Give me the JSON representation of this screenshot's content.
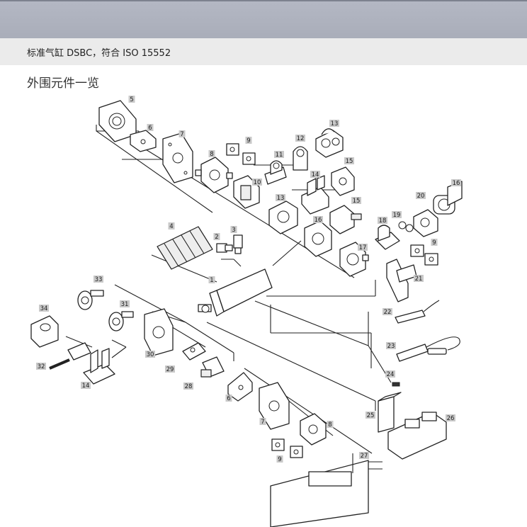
{
  "header": {
    "subtitle": "标准气缸 DSBC，符合 ISO 15552",
    "section_title": "外围元件一览"
  },
  "diagram": {
    "parts": [
      {
        "id": "p1",
        "label": "1"
      },
      {
        "id": "p2",
        "label": "2"
      },
      {
        "id": "p3",
        "label": "3"
      },
      {
        "id": "p4",
        "label": "4"
      },
      {
        "id": "p5",
        "label": "5"
      },
      {
        "id": "p6a",
        "label": "6"
      },
      {
        "id": "p6b",
        "label": "6"
      },
      {
        "id": "p7a",
        "label": "7"
      },
      {
        "id": "p7b",
        "label": "7"
      },
      {
        "id": "p8a",
        "label": "8"
      },
      {
        "id": "p8b",
        "label": "8"
      },
      {
        "id": "p9a",
        "label": "9"
      },
      {
        "id": "p9b",
        "label": "9"
      },
      {
        "id": "p9c",
        "label": "9"
      },
      {
        "id": "p10",
        "label": "10"
      },
      {
        "id": "p11",
        "label": "11"
      },
      {
        "id": "p12",
        "label": "12"
      },
      {
        "id": "p13a",
        "label": "13"
      },
      {
        "id": "p13b",
        "label": "13"
      },
      {
        "id": "p14a",
        "label": "14"
      },
      {
        "id": "p14b",
        "label": "14"
      },
      {
        "id": "p15a",
        "label": "15"
      },
      {
        "id": "p15b",
        "label": "15"
      },
      {
        "id": "p16a",
        "label": "16"
      },
      {
        "id": "p16b",
        "label": "16"
      },
      {
        "id": "p17",
        "label": "17"
      },
      {
        "id": "p18",
        "label": "18"
      },
      {
        "id": "p19",
        "label": "19"
      },
      {
        "id": "p20",
        "label": "20"
      },
      {
        "id": "p21",
        "label": "21"
      },
      {
        "id": "p22",
        "label": "22"
      },
      {
        "id": "p23",
        "label": "23"
      },
      {
        "id": "p24",
        "label": "24"
      },
      {
        "id": "p25",
        "label": "25"
      },
      {
        "id": "p26",
        "label": "26"
      },
      {
        "id": "p27",
        "label": "27"
      },
      {
        "id": "p28",
        "label": "28"
      },
      {
        "id": "p29",
        "label": "29"
      },
      {
        "id": "p30",
        "label": "30"
      },
      {
        "id": "p31",
        "label": "31"
      },
      {
        "id": "p32",
        "label": "32"
      },
      {
        "id": "p33",
        "label": "33"
      },
      {
        "id": "p34",
        "label": "34"
      }
    ]
  }
}
